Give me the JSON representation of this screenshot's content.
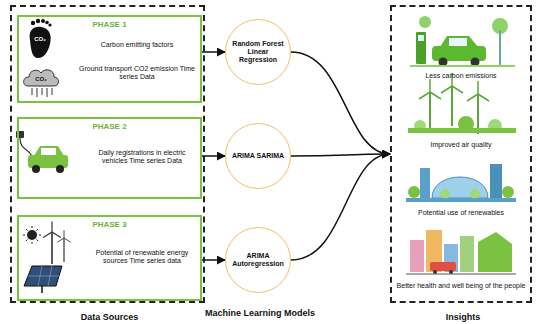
{
  "diagram": {
    "nodes": [
      {
        "text": [
          "Data Sources"
        ]
      },
      {
        "text": [
          "PHASE 1",
          "Carbon emitting factors",
          "Ground transport CO2 emission Time series Data"
        ],
        "in": 0
      },
      {
        "text": [
          "PHASE 2",
          "Daily registrations in electric vehicles Time series Data"
        ],
        "in": 0
      },
      {
        "text": [
          "PHASE 3",
          "Potential of renewable energy sources Time series data"
        ],
        "in": 0
      },
      {
        "text": [
          "Random Forest Linear Regression"
        ]
      },
      {
        "text": [
          "ARIMA SARIMA"
        ]
      },
      {
        "text": [
          "ARIMA Autoregression"
        ]
      },
      {
        "text": [
          "Insights",
          "Less carbon emissions",
          "Improved air quality",
          "Potential use of renewables",
          "Better health and well being of the people"
        ]
      }
    ],
    "edges": [
      {
        "from": 1,
        "to": 4,
        "arrow": "to"
      },
      {
        "from": 2,
        "to": 5,
        "arrow": "to"
      },
      {
        "from": 3,
        "to": 6,
        "arrow": "to"
      },
      {
        "from": 4,
        "to": 7,
        "arrow": "to"
      },
      {
        "from": 5,
        "to": 7,
        "arrow": "to"
      },
      {
        "from": 6,
        "to": 7,
        "arrow": "to"
      }
    ],
    "labels": [
      "CO₂",
      "CO₂",
      "Machine Learning Models"
    ]
  }
}
